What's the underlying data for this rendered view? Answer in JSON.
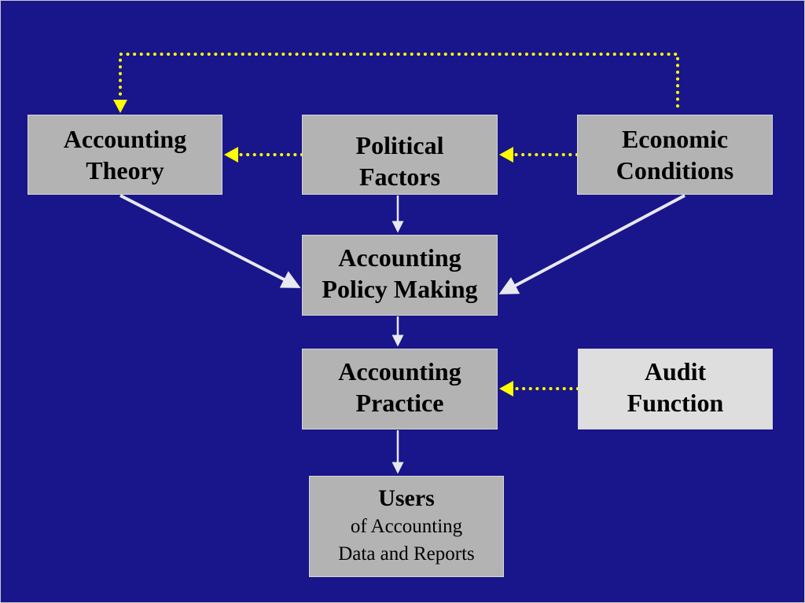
{
  "colors": {
    "background": "#19158a",
    "box_fill": "#b3b3b3",
    "audit_box_fill": "#dedede",
    "solid_arrow": "#e8e8f0",
    "dotted_arrow": "#ffff00"
  },
  "diagram": {
    "nodes": {
      "accounting_theory": {
        "lines": [
          "Accounting",
          "Theory"
        ]
      },
      "political_factors": {
        "lines": [
          "Political",
          "Factors"
        ]
      },
      "economic_conditions": {
        "lines": [
          "Economic",
          "Conditions"
        ]
      },
      "policy_making": {
        "lines": [
          "Accounting",
          "Policy Making"
        ]
      },
      "accounting_practice": {
        "lines": [
          "Accounting",
          "Practice"
        ]
      },
      "audit_function": {
        "lines": [
          "Audit",
          "Function"
        ]
      },
      "users": {
        "title": "Users",
        "sub_lines": [
          "of Accounting",
          "Data and Reports"
        ]
      }
    },
    "edges": [
      {
        "from": "accounting_theory",
        "to": "policy_making",
        "style": "solid"
      },
      {
        "from": "political_factors",
        "to": "policy_making",
        "style": "solid"
      },
      {
        "from": "economic_conditions",
        "to": "policy_making",
        "style": "solid"
      },
      {
        "from": "policy_making",
        "to": "accounting_practice",
        "style": "solid"
      },
      {
        "from": "accounting_practice",
        "to": "users",
        "style": "solid"
      },
      {
        "from": "political_factors",
        "to": "accounting_theory",
        "style": "dotted"
      },
      {
        "from": "economic_conditions",
        "to": "political_factors",
        "style": "dotted"
      },
      {
        "from": "economic_conditions",
        "to": "accounting_theory",
        "style": "dotted"
      },
      {
        "from": "audit_function",
        "to": "accounting_practice",
        "style": "dotted"
      }
    ]
  }
}
